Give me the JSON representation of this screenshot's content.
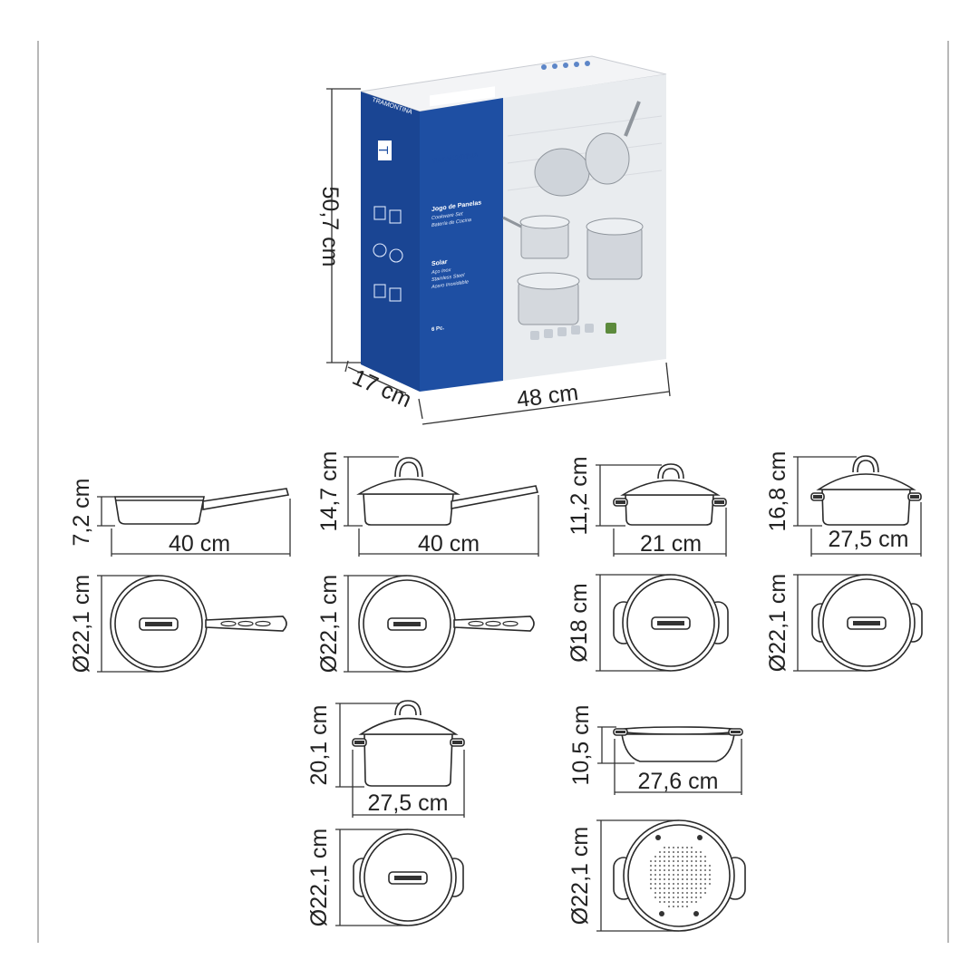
{
  "box": {
    "brand": "TRAMONTINA",
    "logo_letter": "T",
    "title_pt": "Jogo de Panelas",
    "title_en": "Cookware Set",
    "title_es": "Batería de Cocina",
    "line": "Solar",
    "material_pt": "Aço Inox",
    "material_en": "Stainless Steel",
    "material_es": "Acero Inoxidable",
    "pieces": "6 Pc.",
    "height": "50,7 cm",
    "depth": "17 cm",
    "width": "48 cm",
    "colors": {
      "blue": "#1e4fa3",
      "blue_dark": "#183f86",
      "gray": "#eef0f2"
    }
  },
  "items": [
    {
      "height": "7,2 cm",
      "width": "40 cm",
      "diameter": "Ø22,1 cm"
    },
    {
      "height": "14,7 cm",
      "width": "40 cm",
      "diameter": "Ø22,1 cm"
    },
    {
      "height": "11,2 cm",
      "width": "21 cm",
      "diameter": "Ø18 cm"
    },
    {
      "height": "16,8 cm",
      "width": "27,5 cm",
      "diameter": "Ø22,1 cm"
    },
    {
      "height": "20,1 cm",
      "width": "27,5 cm",
      "diameter": "Ø22,1 cm"
    },
    {
      "height": "10,5 cm",
      "width": "27,6 cm",
      "diameter": "Ø22,1 cm"
    }
  ]
}
